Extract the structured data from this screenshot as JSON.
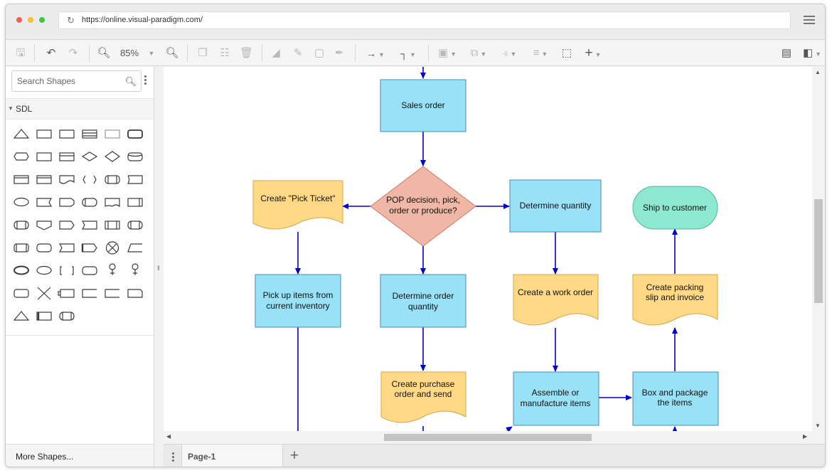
{
  "browser": {
    "url": "https://online.visual-paradigm.com/",
    "dot_colors": [
      "#f25f58",
      "#fbbe2e",
      "#3ac840"
    ]
  },
  "toolbar": {
    "zoom": "85%"
  },
  "sidebar": {
    "search_placeholder": "Search Shapes",
    "category": "SDL",
    "more_shapes": "More Shapes..."
  },
  "page_tab": "Page-1",
  "colors": {
    "process_fill": "#99e1f7",
    "process_stroke": "#4a8ab5",
    "document_fill": "#ffd985",
    "document_stroke": "#d4a64a",
    "decision_fill": "#f0b7a6",
    "decision_stroke": "#c77a6a",
    "terminal_fill": "#8ee8cf",
    "terminal_stroke": "#52b598",
    "arrow": "#0000cc"
  },
  "diagram": {
    "sales_order": "Sales order",
    "pop_decision": [
      "POP decision, pick,",
      "order or produce?"
    ],
    "create_pick_ticket": "Create \"Pick Ticket\"",
    "determine_quantity": "Determine quantity",
    "ship_to_customer": "Ship to customer",
    "pick_up_items": [
      "Pick up items from",
      "current inventory"
    ],
    "determine_order_quantity": [
      "Determine order",
      "quantity"
    ],
    "create_work_order": "Create a work order",
    "create_packing_slip": [
      "Create packing",
      "slip and invoice"
    ],
    "create_purchase_order": [
      "Create purchase",
      "order and send"
    ],
    "assemble_items": [
      "Assemble or",
      "manufacture items"
    ],
    "box_and_package": [
      "Box and package",
      "the items"
    ]
  }
}
